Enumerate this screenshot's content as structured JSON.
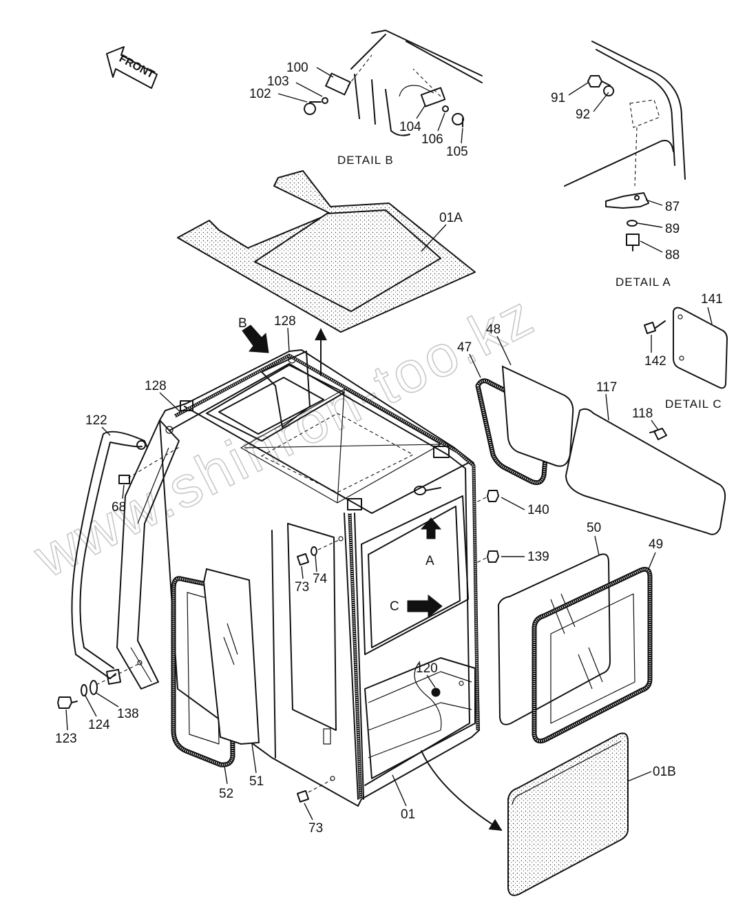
{
  "direction_marker": "FRONT",
  "detail_labels": {
    "a": "DETAIL A",
    "b": "DETAIL B",
    "c": "DETAIL C"
  },
  "view_arrows": {
    "a": "A",
    "b": "B",
    "c": "C"
  },
  "watermark": "www.shinron-too.kz",
  "part_numbers": {
    "p100": "100",
    "p103": "103",
    "p102": "102",
    "p104": "104",
    "p106": "106",
    "p105": "105",
    "p91": "91",
    "p92": "92",
    "p87": "87",
    "p89": "89",
    "p88": "88",
    "p01a": "01A",
    "p128a": "128",
    "p128b": "128",
    "p47": "47",
    "p48": "48",
    "p141": "141",
    "p142": "142",
    "p117": "117",
    "p118": "118",
    "p122": "122",
    "p68": "68",
    "p140": "140",
    "p139": "139",
    "p74": "74",
    "p73a": "73",
    "p73b": "73",
    "p50": "50",
    "p49": "49",
    "p120": "120",
    "p138": "138",
    "p123": "123",
    "p124": "124",
    "p52": "52",
    "p51": "51",
    "p01": "01",
    "p01b": "01B"
  }
}
